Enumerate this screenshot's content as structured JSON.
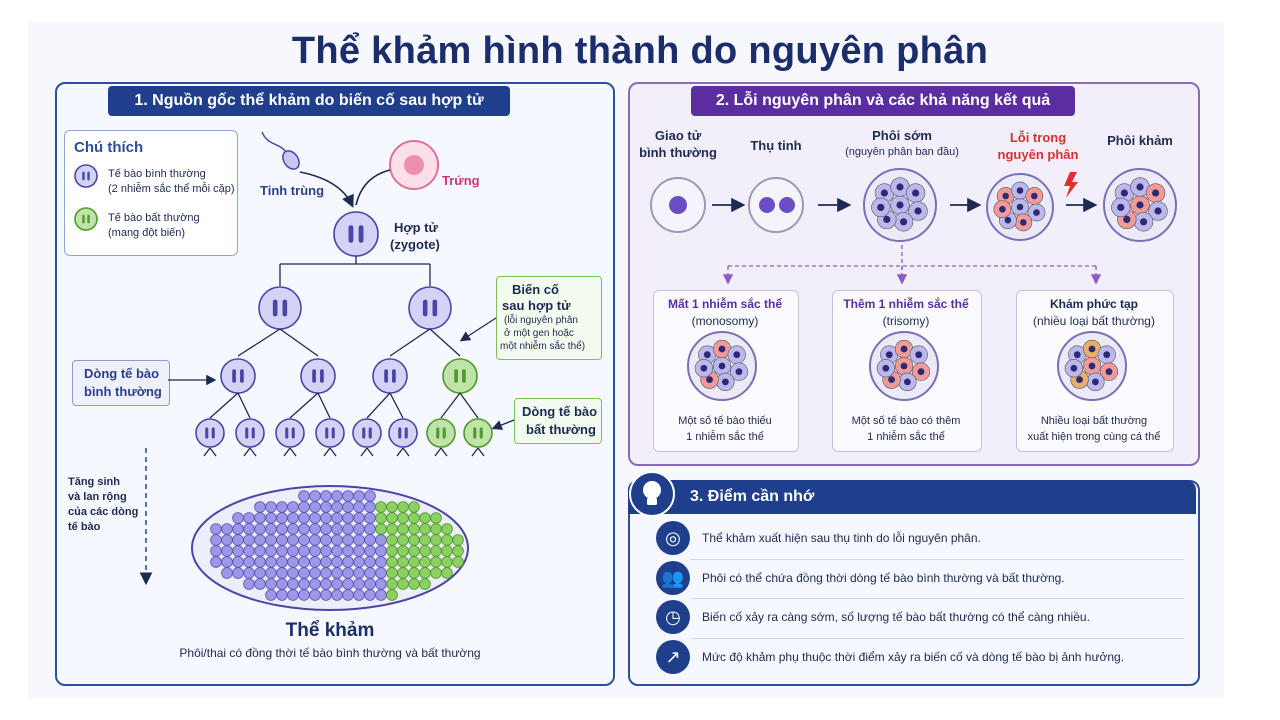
{
  "title": "Thể khảm hình thành do nguyên phân",
  "panel1": {
    "heading": "1. Nguồn gốc thể khảm do biến cố sau hợp tử",
    "legend": {
      "title": "Chú thích",
      "normal_l1": "Tế bào bình thường",
      "normal_l2": "(2 nhiễm sắc thể mỗi cặp)",
      "abnormal_l1": "Tế bào bất thường",
      "abnormal_l2": "(mang đột biến)"
    },
    "sperm": "Tinh trùng",
    "egg": "Trứng",
    "zygote_l1": "Hợp tử",
    "zygote_l2": "(zygote)",
    "event_l1": "Biến cố",
    "event_l2": "sau hợp tử",
    "event_l3": "(lỗi nguyên phân",
    "event_l4": "ở một gen hoặc",
    "event_l5": "một nhiễm sắc thể)",
    "normal_line_l1": "Dòng tế bào",
    "normal_line_l2": "bình thường",
    "abnormal_line_l1": "Dòng tế bào",
    "abnormal_line_l2": "bất thường",
    "prolif_l1": "Tăng sinh",
    "prolif_l2": "và lan rộng",
    "prolif_l3": "của các dòng",
    "prolif_l4": "tế bào",
    "mosaic_title": "Thể khảm",
    "mosaic_caption": "Phôi/thai có đồng thời tế bào bình thường và bất thường"
  },
  "panel2": {
    "heading": "2. Lỗi nguyên phân và các khả năng kết quả",
    "steps": [
      {
        "l1": "Giao tử",
        "l2": "bình thường"
      },
      {
        "l1": "Thụ tinh",
        "l2": ""
      },
      {
        "l1": "Phôi sớm",
        "l2": "(nguyên phân ban đầu)"
      },
      {
        "l1": "Lỗi trong",
        "l2": "nguyên phân"
      },
      {
        "l1": "Phôi khảm",
        "l2": ""
      }
    ],
    "outcomes": [
      {
        "title": "Mất 1 nhiễm sắc thể",
        "sub": "(monosomy)",
        "d1": "Một số tế bào thiếu",
        "d2": "1 nhiễm sắc thể"
      },
      {
        "title": "Thêm 1 nhiễm sắc thể",
        "sub": "(trisomy)",
        "d1": "Một số tế bào có thêm",
        "d2": "1 nhiễm sắc thể"
      },
      {
        "title": "Khảm phức tạp",
        "sub": "(nhiều loại bất thường)",
        "d1": "Nhiều loại bất thường",
        "d2": "xuất hiện trong cùng cá thể"
      }
    ]
  },
  "panel3": {
    "heading": "3. Điểm cần nhớ",
    "points": [
      "Thể khảm xuất hiện sau thụ tinh do lỗi nguyên phân.",
      "Phôi có thể chứa đồng thời dòng tế bào bình thường và bất thường.",
      "Biến cố xảy ra càng sớm, số lượng tế bào bất thường có thể càng nhiều.",
      "Mức độ khảm phụ thuộc thời điểm xảy ra biến cố và dòng tế bào bị ảnh hưởng."
    ],
    "icons": [
      "target-icon",
      "people-icon",
      "clock-icon",
      "growth-chart-icon"
    ]
  },
  "colors": {
    "normal_cell": "#8f8be0",
    "abnormal_cell": "#7cc45a",
    "error_red": "#d93030",
    "navy": "#1f3f8c",
    "purple": "#5a2ea0"
  }
}
